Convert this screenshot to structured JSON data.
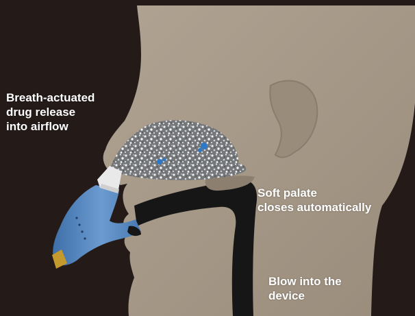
{
  "labels": {
    "breath_actuated": [
      "Breath-actuated",
      "drug release",
      "into airflow"
    ],
    "soft_palate": [
      "Soft palate",
      "closes automatically"
    ],
    "blow_into": [
      "Blow into the",
      "device"
    ]
  },
  "colors": {
    "background": "#241b19",
    "head": "#a59888",
    "ear": "#9a8c7b",
    "nasal_cavity": "#6a6a6c",
    "particles": "#e6ecf2",
    "drug_droplets": "#2d78c8",
    "airway": "#161616",
    "device_body": "#5b8bc2",
    "device_tip": "#e9e9e9",
    "device_base": "#c49a2e",
    "text": "#ffffff"
  },
  "icons": {
    "device": "nasal-inhaler-device-icon",
    "droplets": "drug-droplet-icon"
  }
}
